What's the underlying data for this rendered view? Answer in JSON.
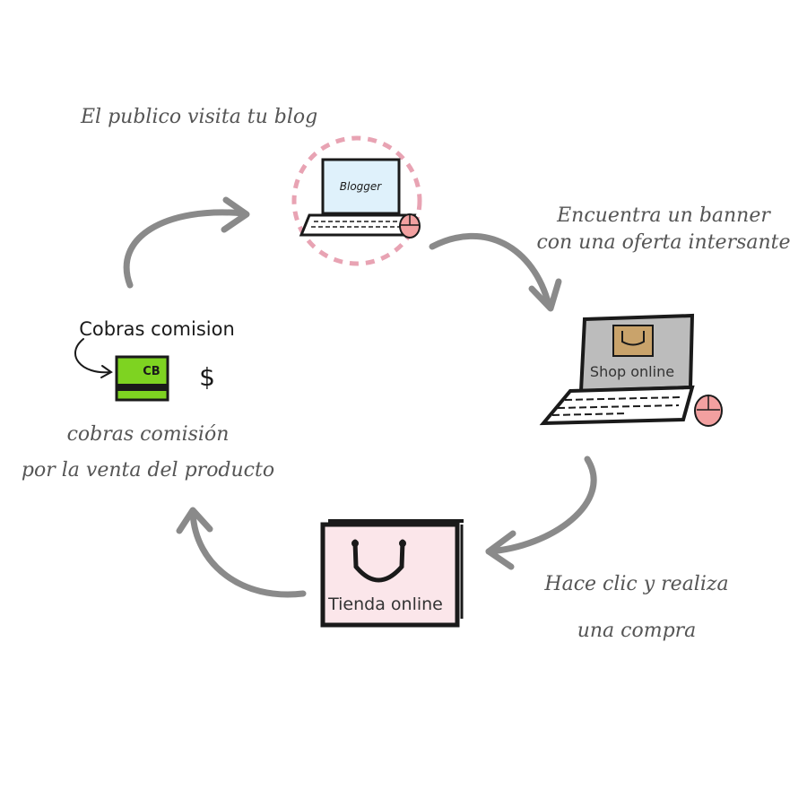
{
  "steps": {
    "visit": {
      "caption": "El publico visita tu blog",
      "screen_label": "Blogger"
    },
    "banner": {
      "caption_line1": "Encuentra un banner",
      "caption_line2": "con una oferta intersante",
      "screen_label": "Shop online"
    },
    "purchase": {
      "caption_line1": "Hace clic y realiza",
      "caption_line2": "una compra",
      "bag_label": "Tienda online"
    },
    "commission": {
      "handwritten_label": "Cobras comision",
      "card_label": "CB",
      "currency_symbol": "$",
      "caption_line1": "cobras comisión",
      "caption_line2": "por la venta del producto"
    }
  },
  "colors": {
    "arrow": "#8a8a8a",
    "ink": "#1a1a1a",
    "pink_accent": "#e8a3b3",
    "mouse_pink": "#f2a0a0",
    "screen_blue": "#dff1fb",
    "screen_gray": "#bcbcbc",
    "bag_pink": "#fbe6ea",
    "card_green": "#7ed321",
    "box_brown": "#c9a36b"
  }
}
